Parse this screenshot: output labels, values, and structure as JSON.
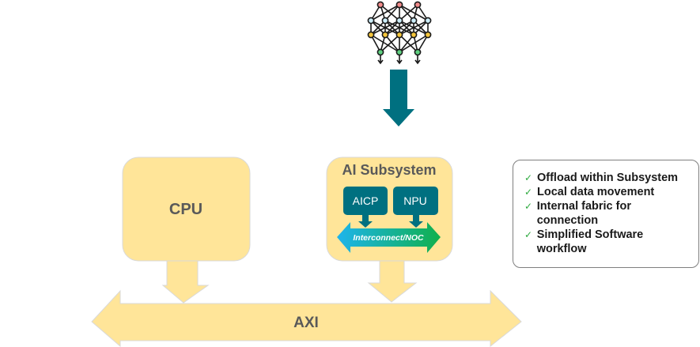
{
  "colors": {
    "block_fill": "#ffe599",
    "block_stroke": "#d9d9d9",
    "teal": "#007080",
    "noc_left": "#1eb4ec",
    "noc_right": "#10b04c",
    "check": "#2eaa3f"
  },
  "neural_network_icon": "neural-network-icon",
  "cpu": {
    "label": "CPU"
  },
  "ai_subsystem": {
    "title": "AI Subsystem",
    "blocks": [
      {
        "label": "AICP"
      },
      {
        "label": "NPU"
      }
    ],
    "interconnect_label": "Interconnect/NOC"
  },
  "bus": {
    "label": "AXI"
  },
  "benefits": {
    "items": [
      {
        "icon": "check-icon",
        "text": "Offload within Subsystem"
      },
      {
        "icon": "check-icon",
        "text": "Local data movement"
      },
      {
        "icon": "check-icon",
        "text": "Internal fabric for connection"
      },
      {
        "icon": "check-icon",
        "text": "Simplified Software workflow"
      }
    ]
  }
}
